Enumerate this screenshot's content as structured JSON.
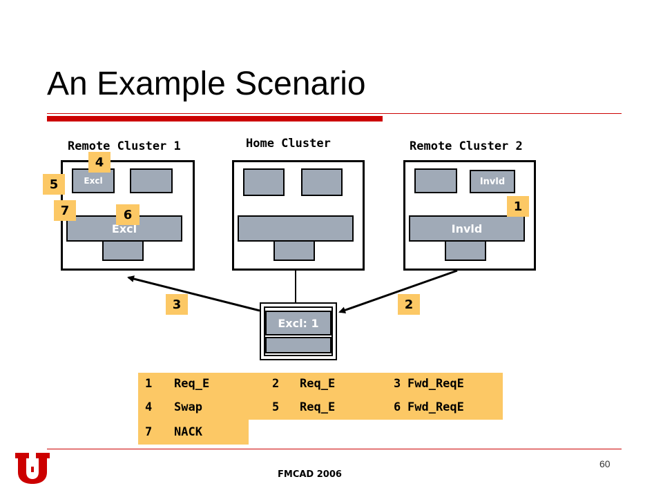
{
  "slide": {
    "title": "An Example Scenario",
    "footer": "FMCAD 2006",
    "page_number": "60",
    "colors": {
      "accent": "#cc0000",
      "block": "#a0aab7",
      "badge": "#fcc865"
    },
    "logo_icon": "university-of-utah-u-logo"
  },
  "clusters": {
    "remote1": {
      "label": "Remote Cluster 1",
      "cache_state": "Excl",
      "bus_state": "Excl"
    },
    "home": {
      "label": "Home Cluster"
    },
    "remote2": {
      "label": "Remote Cluster 2",
      "cache_state": "Invld",
      "bus_state": "Invld"
    }
  },
  "directory": {
    "entry": "Excl: 1"
  },
  "steps": {
    "s1": "1",
    "s2": "2",
    "s3": "3",
    "s4": "4",
    "s5": "5",
    "s6": "6",
    "s7": "7"
  },
  "legend": {
    "rows": [
      [
        {
          "num": "1",
          "msg": "Req_E"
        },
        {
          "num": "2",
          "msg": "Req_E"
        },
        {
          "num": "3",
          "msg": "Fwd_ReqE"
        }
      ],
      [
        {
          "num": "4",
          "msg": "Swap"
        },
        {
          "num": "5",
          "msg": "Req_E"
        },
        {
          "num": "6",
          "msg": "Fwd_ReqE"
        }
      ],
      [
        {
          "num": "7",
          "msg": "NACK"
        }
      ]
    ]
  }
}
